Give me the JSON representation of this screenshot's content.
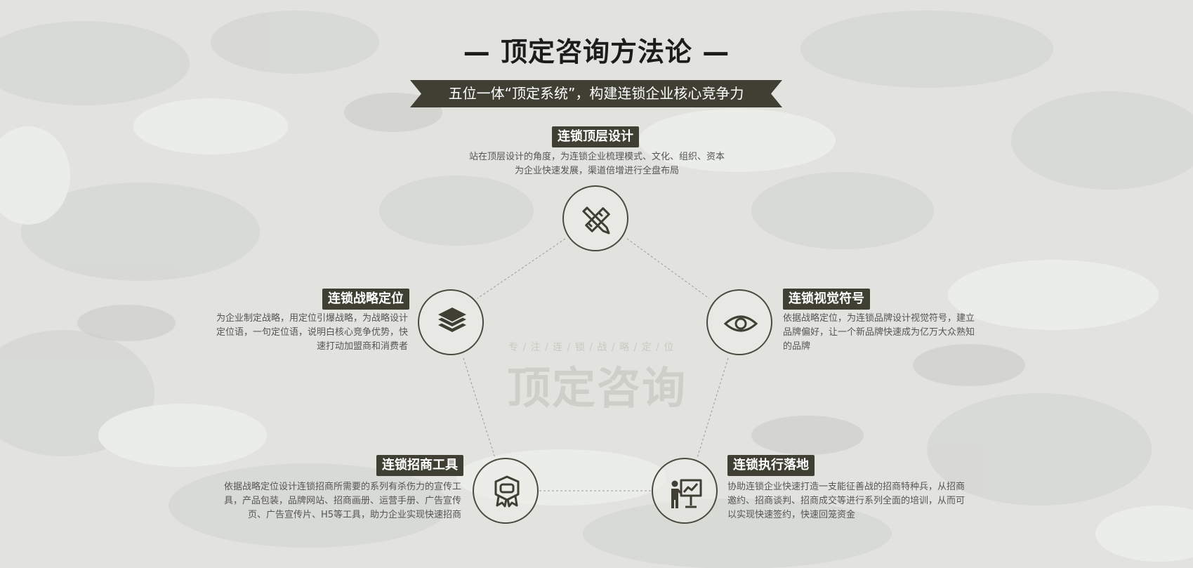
{
  "header": {
    "title": "— 顶定咨询方法论 —",
    "subtitle": "五位一体“顶定系统”，构建连锁企业核心竞争力"
  },
  "watermark": {
    "slogan": "专 / 注 / 连 / 锁 / 战 / 略 / 定 / 位",
    "brand": "顶定咨询"
  },
  "nodes": {
    "top": {
      "title": "连锁顶层设计",
      "desc_lines": [
        "站在顶层设计的角度，为连锁企业梳理模式、文化、组织、资本",
        "为企业快速发展，渠道倍增进行全盘布局"
      ],
      "icon": "pencil-ruler-icon"
    },
    "left": {
      "title": "连锁战略定位",
      "desc_lines": [
        "为企业制定战略，用定位引爆战略，为战略设计",
        "定位语，一句定位语，说明白核心竞争优势，快",
        "速打动加盟商和消费者"
      ],
      "icon": "layers-icon"
    },
    "right": {
      "title": "连锁视觉符号",
      "desc_lines": [
        "依据战略定位，为连锁品牌设计视觉符号，建立",
        "品牌偏好，让一个新品牌快速成为亿万大众熟知",
        "的品牌"
      ],
      "icon": "eye-icon"
    },
    "bottom_left": {
      "title": "连锁招商工具",
      "desc_lines": [
        "依据战略定位设计连锁招商所需要的系列有杀伤力的宣传工",
        "具，产品包装，品牌网站、招商画册、运营手册、广告宣传",
        "页、广告宣传片、H5等工具，助力企业实现快速招商"
      ],
      "icon": "badge-icon"
    },
    "bottom_right": {
      "title": "连锁执行落地",
      "desc_lines": [
        "协助连锁企业快速打造一支能征善战的招商特种兵，从招商",
        "邀约、招商谈判、招商成交等进行系列全面的培训，从而可",
        "以实现快速签约，快速回笼资金"
      ],
      "icon": "presenter-board-icon"
    }
  },
  "colors": {
    "dark": "#3f3f33",
    "background": "#e4e5e1",
    "text": "#555555"
  }
}
